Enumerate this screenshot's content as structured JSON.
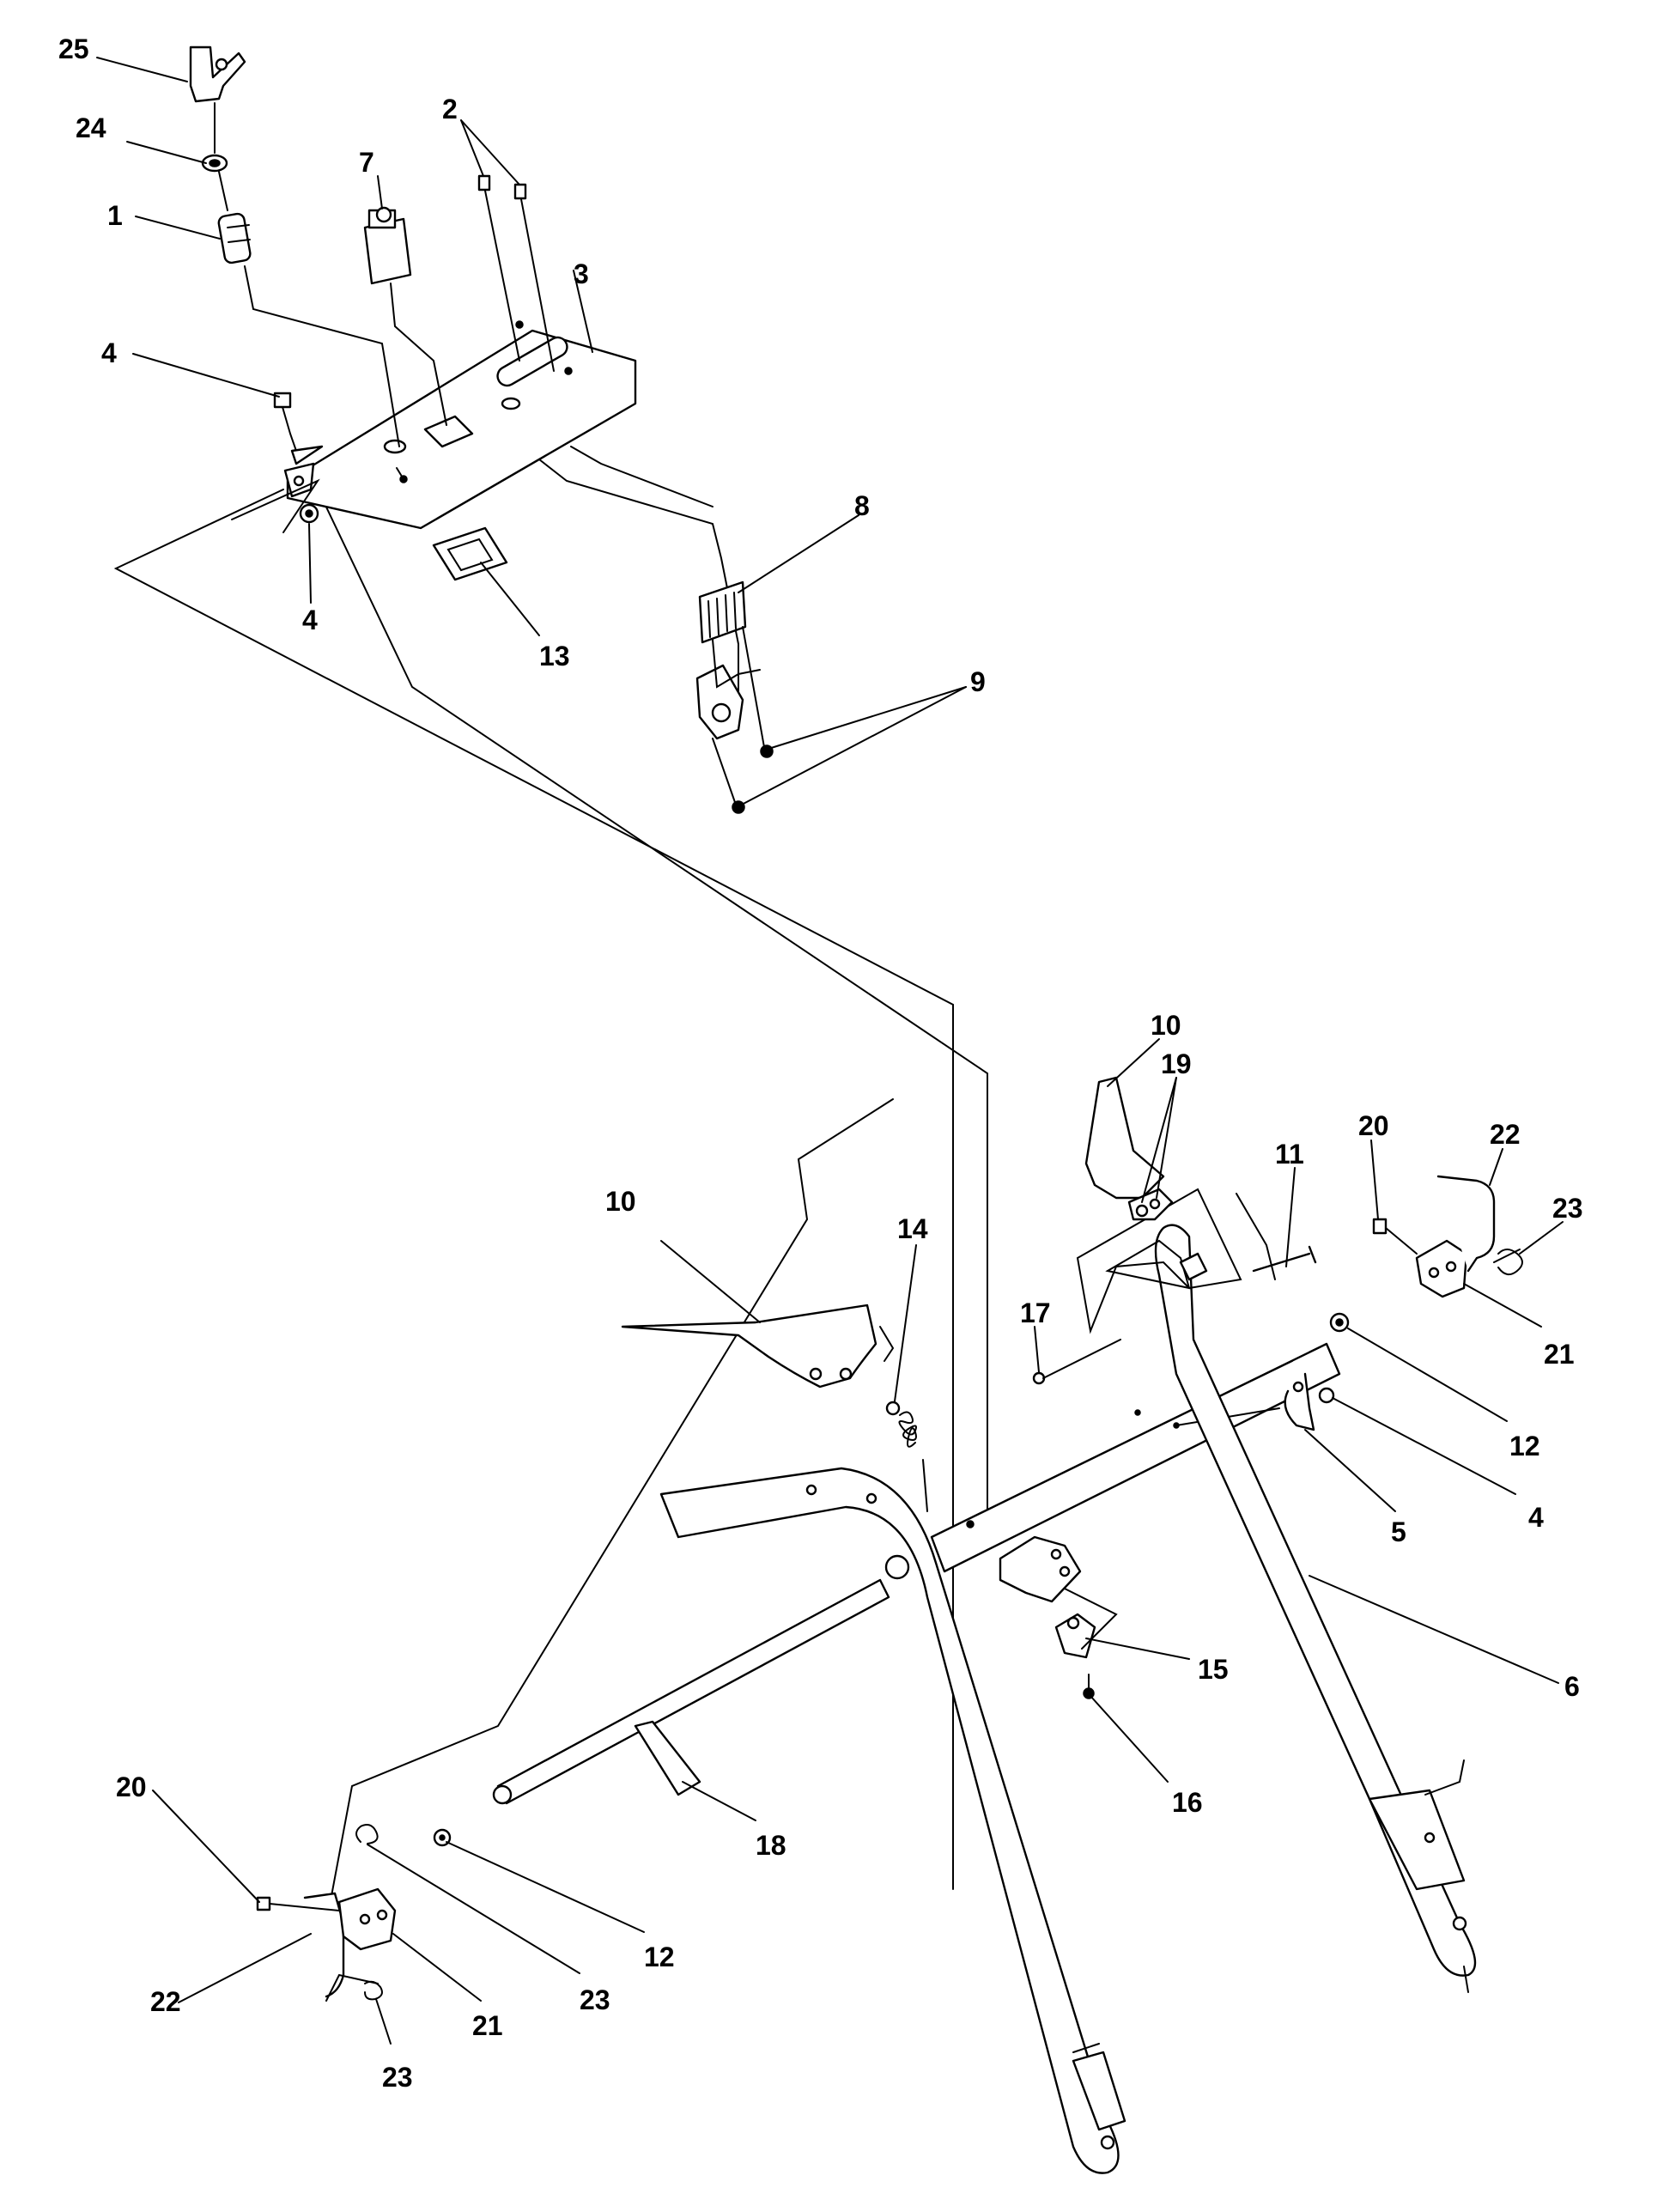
{
  "callouts": {
    "c1": "1",
    "c2": "2",
    "c3": "3",
    "c4a": "4",
    "c4b": "4",
    "c4c": "4",
    "c5": "5",
    "c6": "6",
    "c7": "7",
    "c8": "8",
    "c9": "9",
    "c10a": "10",
    "c10b": "10",
    "c11": "11",
    "c12a": "12",
    "c12b": "12",
    "c13": "13",
    "c14": "14",
    "c15": "15",
    "c16": "16",
    "c17": "17",
    "c18": "18",
    "c19": "19",
    "c20a": "20",
    "c20b": "20",
    "c21a": "21",
    "c21b": "21",
    "c22a": "22",
    "c22b": "22",
    "c23a": "23",
    "c23b": "23",
    "c23c": "23",
    "c24": "24",
    "c25": "25"
  },
  "colors": {
    "ink": "#000000",
    "paper": "#ffffff"
  }
}
